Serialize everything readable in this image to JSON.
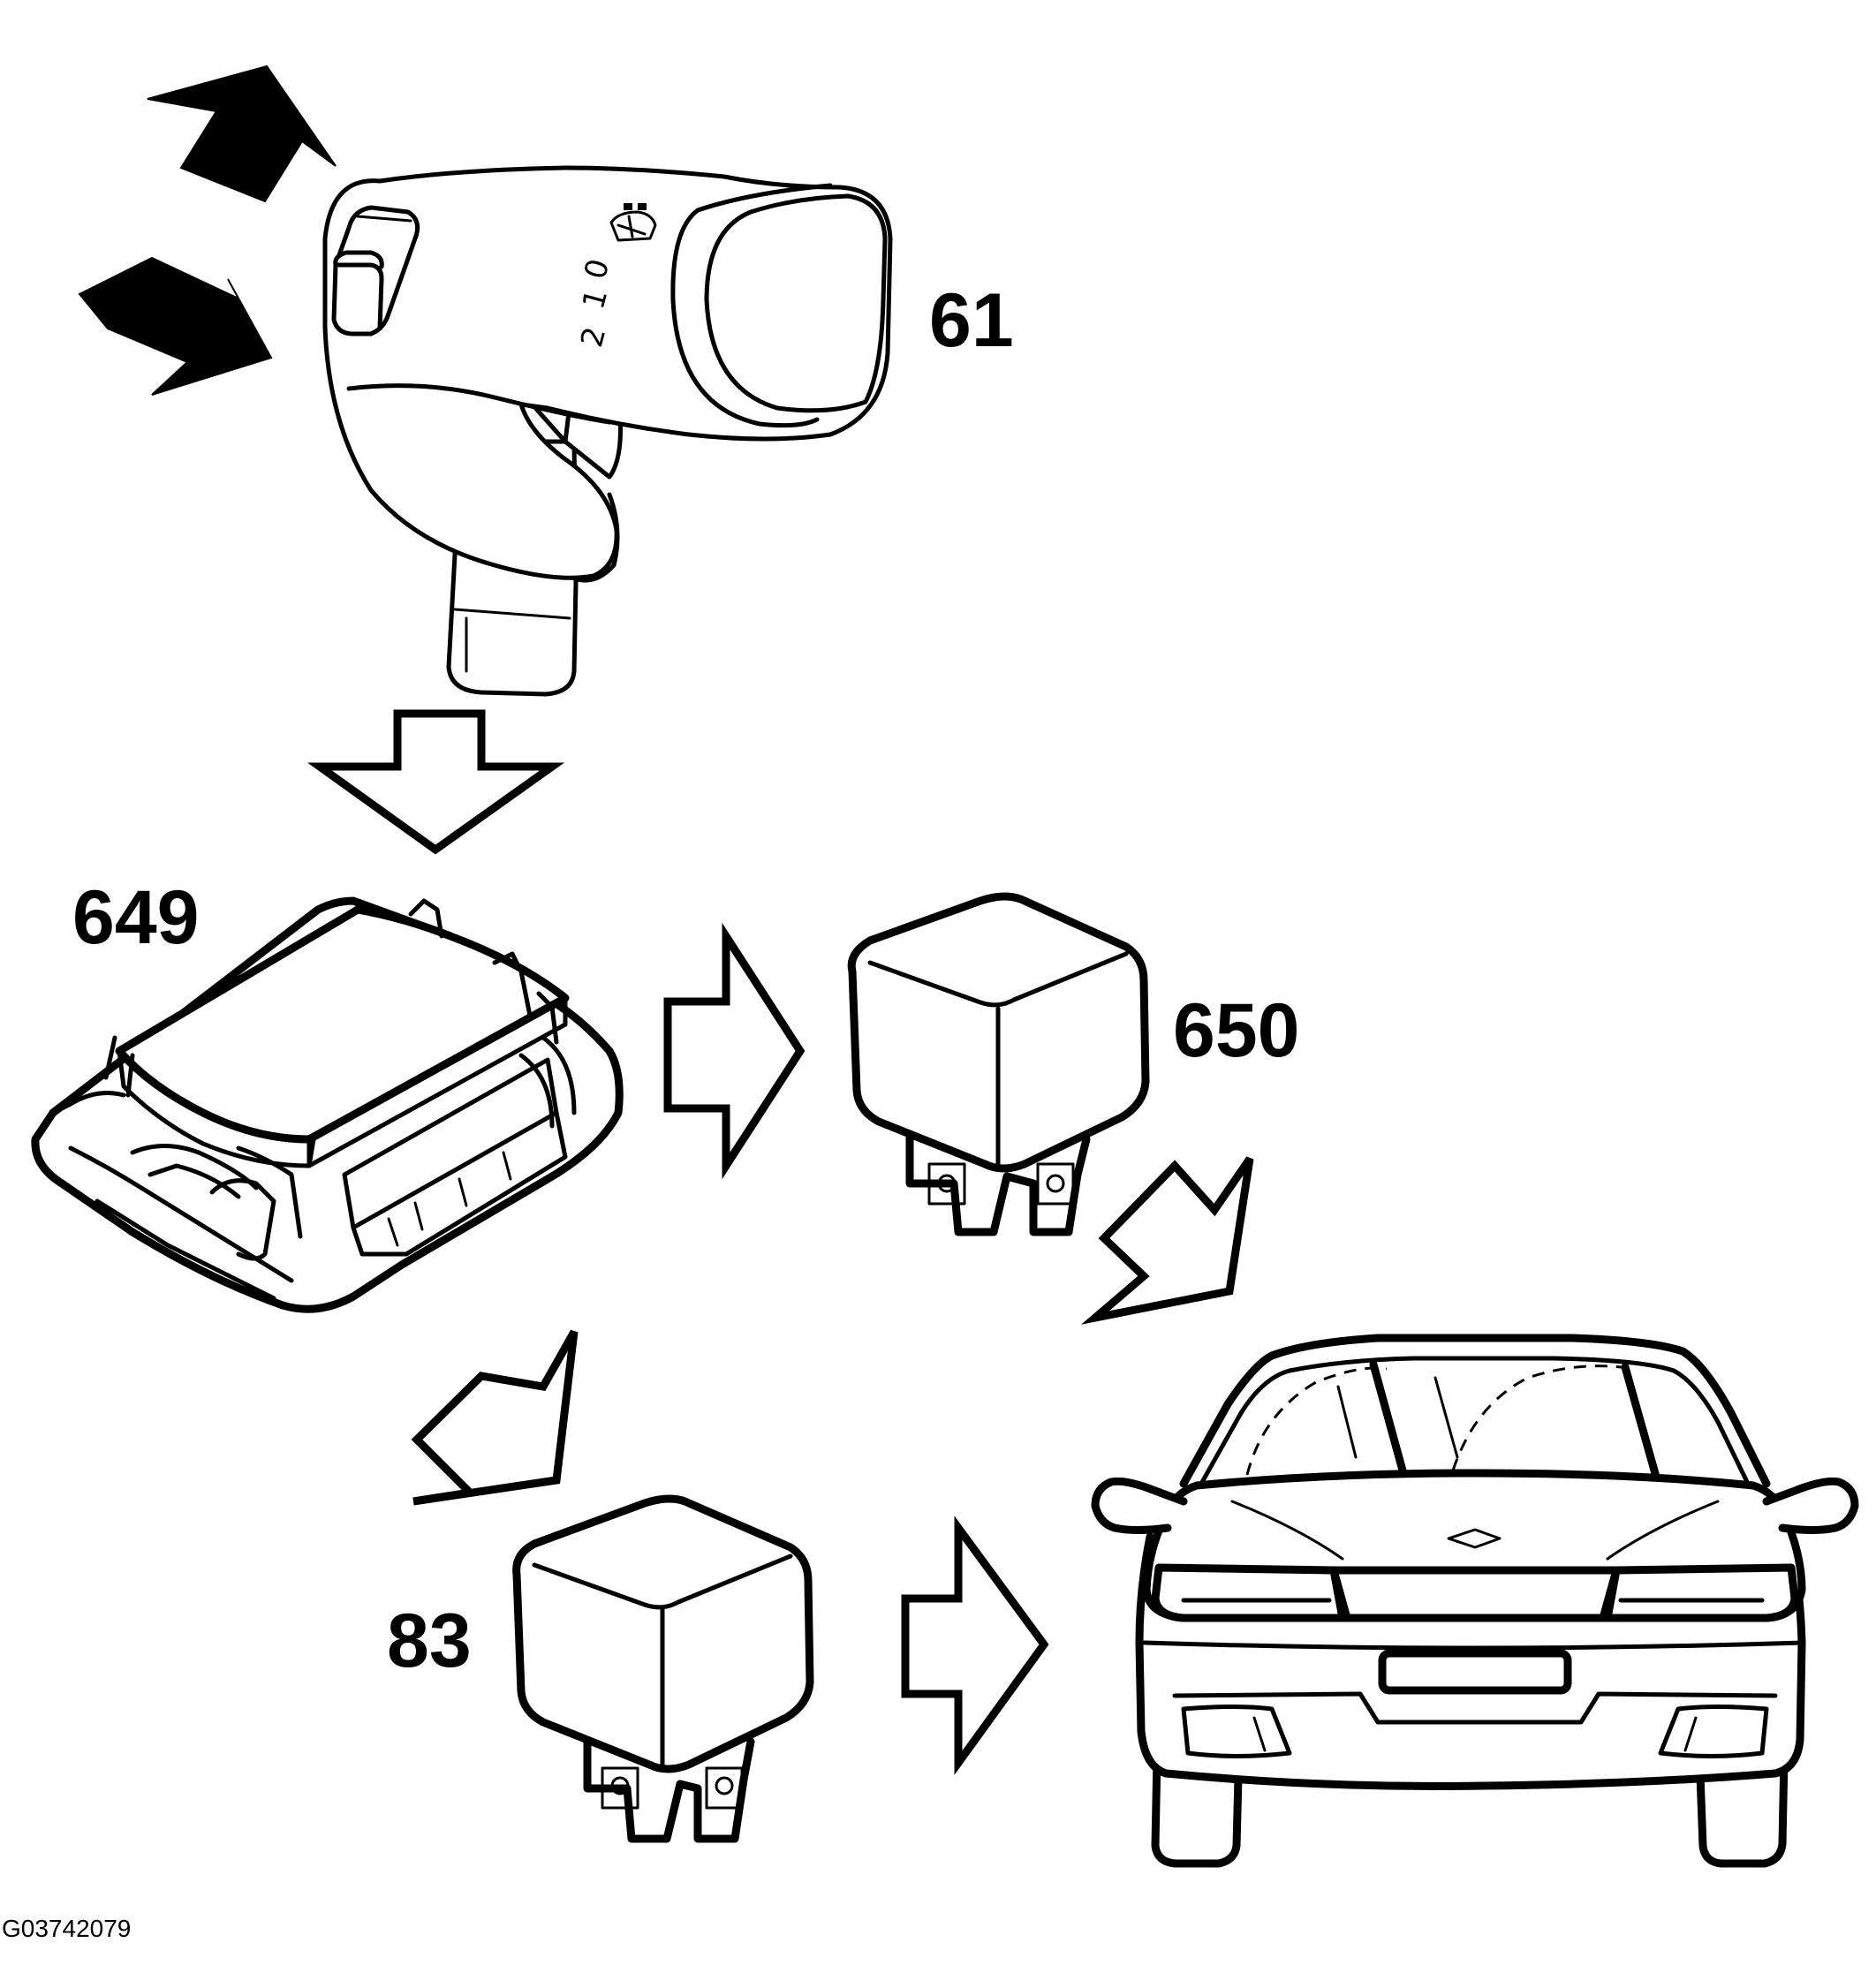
{
  "callouts": {
    "switch": "61",
    "control_module": "649",
    "relay_high": "650",
    "relay_low": "83"
  },
  "stalk_positions": {
    "p0": "0",
    "p1": "1",
    "p2": "2"
  },
  "figure_id": "G03742079",
  "colors": {
    "line": "#000000",
    "background": "#ffffff"
  }
}
